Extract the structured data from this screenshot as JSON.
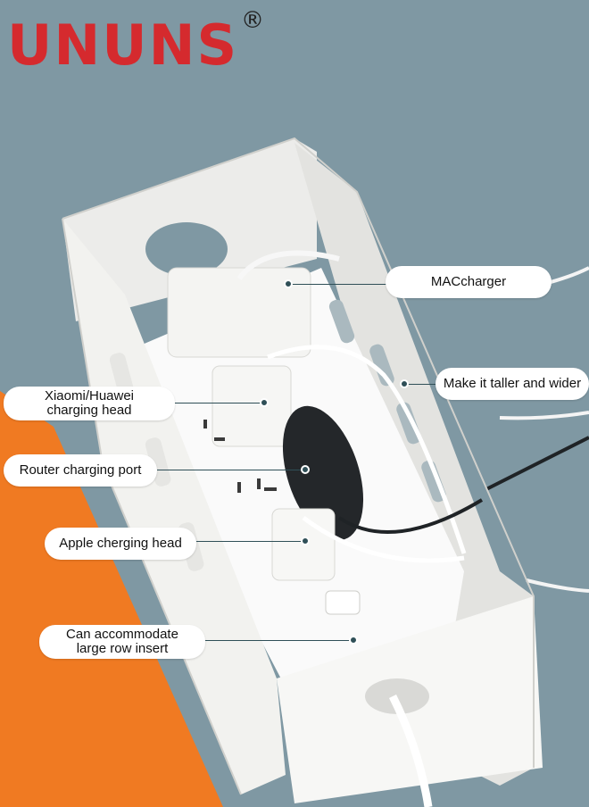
{
  "brand": {
    "logo_text": "UNUNS",
    "registered_mark": "®"
  },
  "callouts": {
    "mac_charger": "MACcharger",
    "taller_wider": "Make it taller and wider",
    "xiaomi_line1": "Xiaomi/Huawei",
    "xiaomi_line2": "charging head",
    "router_port": "Router charging port",
    "apple_head": "Apple cherging head",
    "accommodate_line1": "Can accommodate",
    "accommodate_line2": "large row insert"
  },
  "colors": {
    "background": "#7f98a3",
    "orange_surface": "#f07a22",
    "brand_red": "#d52a2e",
    "box_white": "#f4f4f2",
    "leader_line": "#2f4f57"
  }
}
